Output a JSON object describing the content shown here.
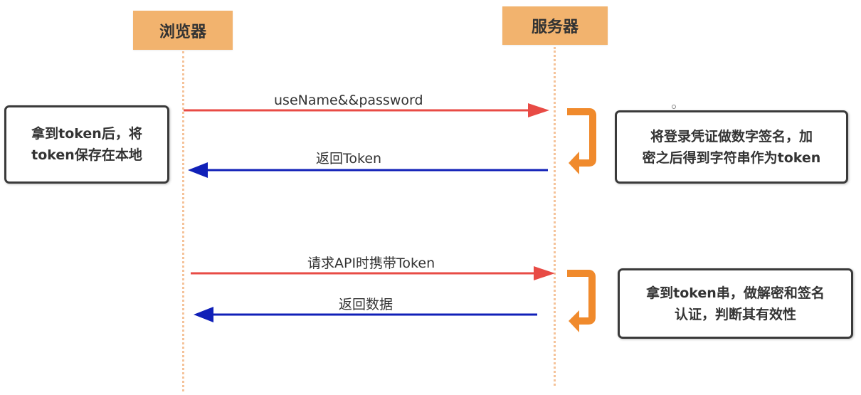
{
  "actors": {
    "browser": "浏览器",
    "server": "服务器"
  },
  "messages": [
    {
      "label": "useName&&password",
      "from": "browser",
      "to": "server",
      "color": "#E84B45"
    },
    {
      "label": "返回Token",
      "from": "server",
      "to": "browser",
      "color": "#1020B8"
    },
    {
      "label": "请求API时携带Token",
      "from": "browser",
      "to": "server",
      "color": "#E84B45"
    },
    {
      "label": "返回数据",
      "from": "server",
      "to": "browser",
      "color": "#1020B8"
    }
  ],
  "notes": {
    "browser_store": "拿到token后，将\ntoken保存在本地",
    "server_sign": "将登录凭证做数字签名，加\n密之后得到字符串作为token",
    "server_verify": "拿到token串，做解密和签名\n认证，判断其有效性"
  },
  "colors": {
    "actor_fill": "#F2B36E",
    "lifeline": "#F5C39A",
    "request_arrow": "#E84B45",
    "response_arrow": "#1020B8",
    "self_process_arrow": "#F08A2C",
    "note_border": "#3a3a3a"
  }
}
